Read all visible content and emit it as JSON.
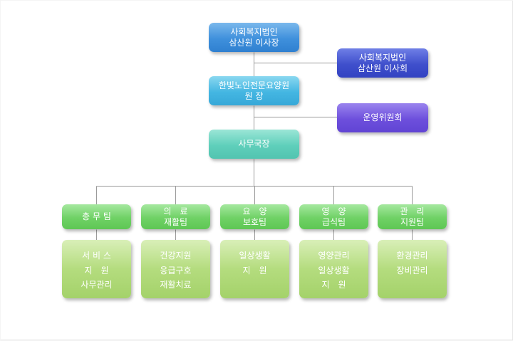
{
  "colors": {
    "line": "#9a9a9a",
    "blue": "#3f90dc",
    "navy": "#3f4fcc",
    "cyan": "#44b6e2",
    "purple": "#6d4fdc",
    "teal": "#5fcfbb",
    "green": "#6fd165",
    "light_green": "#b4dc7e"
  },
  "org": {
    "chairman": [
      "사회복지법인",
      "삼산원 이사장"
    ],
    "board": [
      "사회복지법인",
      "삼산원 이사회"
    ],
    "director": [
      "한빛노인전문요양원",
      "원 장"
    ],
    "committee": [
      "운영위원회"
    ],
    "secretariat": [
      "사무국장"
    ],
    "teams": [
      {
        "name": [
          "총 무 팀"
        ],
        "duties": [
          "서 비 스",
          "지　원",
          "사무관리"
        ]
      },
      {
        "name": [
          "의　료",
          "재활팀"
        ],
        "duties": [
          "건강지원",
          "응급구호",
          "재활치료"
        ]
      },
      {
        "name": [
          "요　양",
          "보호팀"
        ],
        "duties": [
          "일상생활",
          "지　원"
        ]
      },
      {
        "name": [
          "영　양",
          "급식팀"
        ],
        "duties": [
          "영양관리",
          "일상생활",
          "지　원"
        ]
      },
      {
        "name": [
          "관　리",
          "지원팀"
        ],
        "duties": [
          "환경관리",
          "장비관리"
        ]
      }
    ]
  }
}
